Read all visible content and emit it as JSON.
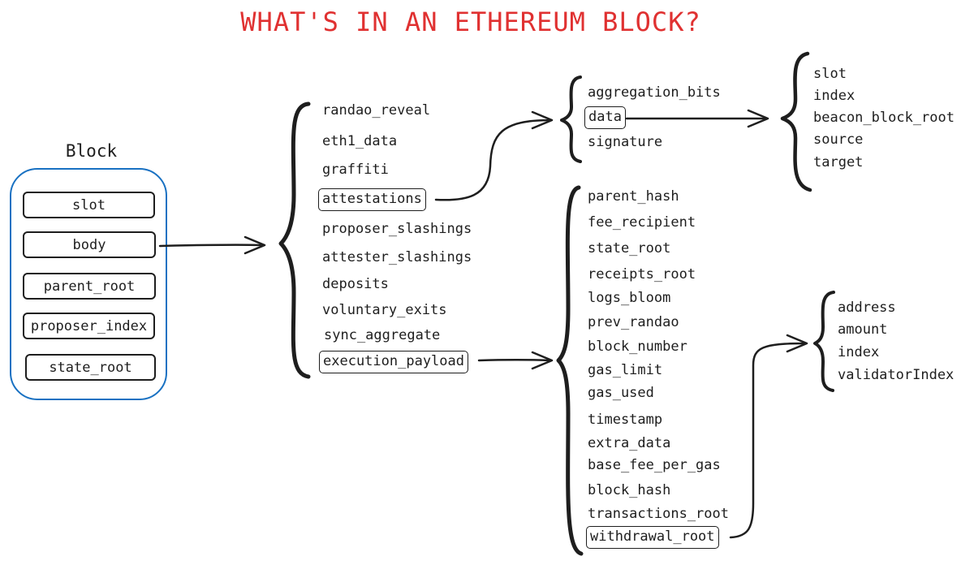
{
  "title": "WHAT'S IN AN ETHEREUM BLOCK?",
  "block": {
    "label": "Block",
    "fields": [
      "slot",
      "body",
      "parent_root",
      "proposer_index",
      "state_root"
    ]
  },
  "body_fields": [
    "randao_reveal",
    "eth1_data",
    "graffiti",
    "attestations",
    "proposer_slashings",
    "attester_slashings",
    "deposits",
    "voluntary_exits",
    "sync_aggregate",
    "execution_payload"
  ],
  "attestation_fields": [
    "aggregation_bits",
    "data",
    "signature"
  ],
  "attestation_data_fields": [
    "slot",
    "index",
    "beacon_block_root",
    "source",
    "target"
  ],
  "execution_payload_fields": [
    "parent_hash",
    "fee_recipient",
    "state_root",
    "receipts_root",
    "logs_bloom",
    "prev_randao",
    "block_number",
    "gas_limit",
    "gas_used",
    "timestamp",
    "extra_data",
    "base_fee_per_gas",
    "block_hash",
    "transactions_root",
    "withdrawal_root"
  ],
  "withdrawal_fields": [
    "address",
    "amount",
    "index",
    "validatorIndex"
  ]
}
